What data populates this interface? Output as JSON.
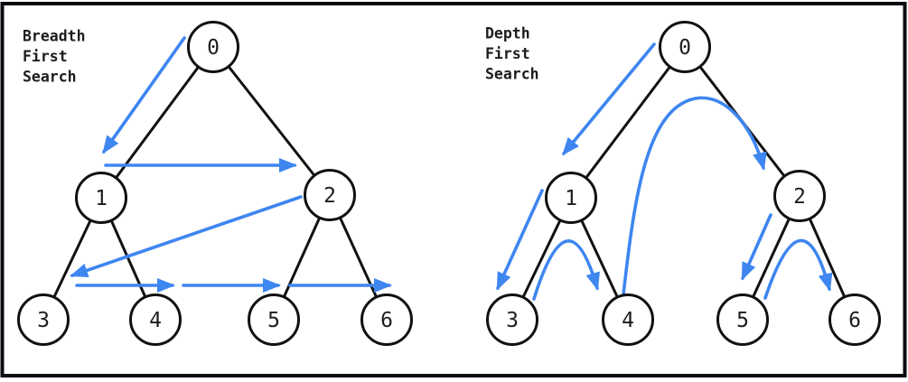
{
  "colors": {
    "arrow": "#3e86f0",
    "edge": "#111111",
    "text": "#1d1d1f",
    "bg": "#ffffff",
    "border": "#0b0b12"
  },
  "panels": [
    {
      "id": "bfs",
      "title_lines": [
        "Breadth",
        "First",
        "Search"
      ],
      "nodes": [
        {
          "label": "0"
        },
        {
          "label": "1"
        },
        {
          "label": "2"
        },
        {
          "label": "3"
        },
        {
          "label": "4"
        },
        {
          "label": "5"
        },
        {
          "label": "6"
        }
      ],
      "edges": [
        [
          0,
          1
        ],
        [
          0,
          2
        ],
        [
          1,
          3
        ],
        [
          1,
          4
        ],
        [
          2,
          5
        ],
        [
          2,
          6
        ]
      ],
      "arrows": [
        {
          "from": "0",
          "to": "1"
        },
        {
          "from": "1",
          "to": "2"
        },
        {
          "from": "2",
          "to": "3"
        },
        {
          "from": "3",
          "to": "4"
        },
        {
          "from": "4",
          "to": "5"
        },
        {
          "from": "5",
          "to": "6"
        }
      ]
    },
    {
      "id": "dfs",
      "title_lines": [
        "Depth",
        "First",
        "Search"
      ],
      "nodes": [
        {
          "label": "0"
        },
        {
          "label": "1"
        },
        {
          "label": "2"
        },
        {
          "label": "3"
        },
        {
          "label": "4"
        },
        {
          "label": "5"
        },
        {
          "label": "6"
        }
      ],
      "edges": [
        [
          0,
          1
        ],
        [
          0,
          2
        ],
        [
          1,
          3
        ],
        [
          1,
          4
        ],
        [
          2,
          5
        ],
        [
          2,
          6
        ]
      ],
      "arrows": [
        {
          "from": "0",
          "to": "1"
        },
        {
          "from": "1",
          "to": "3"
        },
        {
          "from": "3",
          "to": "4"
        },
        {
          "from": "4",
          "to": "2"
        },
        {
          "from": "2",
          "to": "5"
        },
        {
          "from": "5",
          "to": "6"
        }
      ]
    }
  ]
}
